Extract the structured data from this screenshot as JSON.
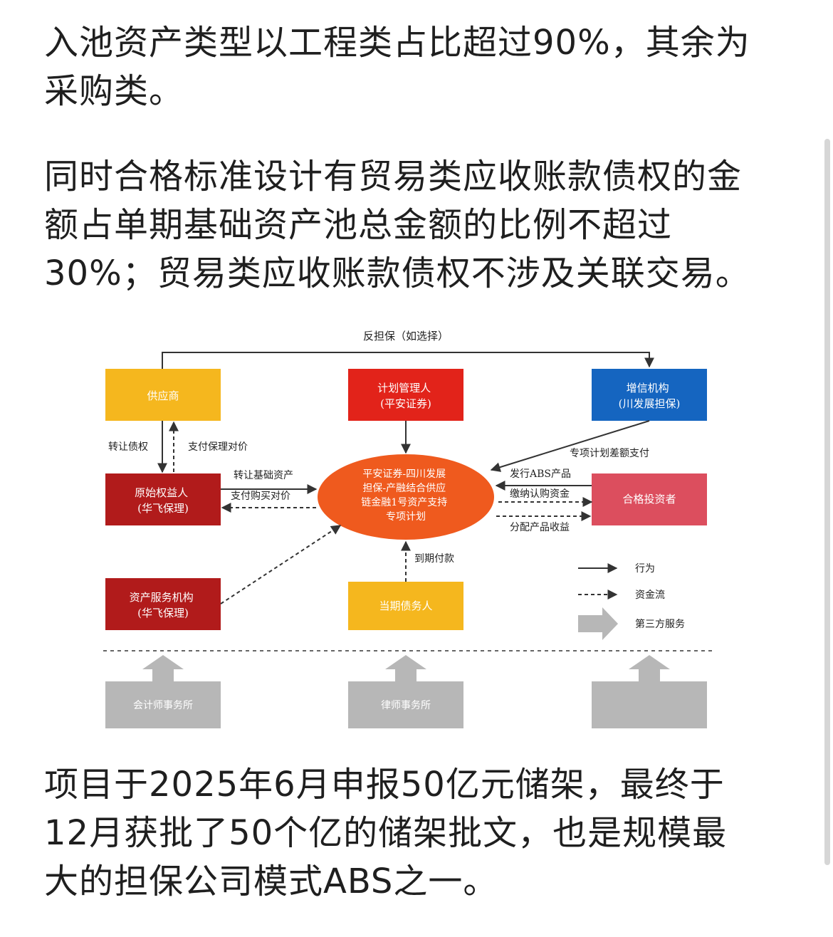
{
  "paragraphs": {
    "p1": "入池资产类型以工程类占比超过90%，其余为\n采购类。",
    "p2": "同时合格标准设计有贸易类应收账款债权的金\n额占单期基础资产池总金额的比例不超过\n30%；贸易类应收账款债权不涉及关联交易。",
    "p3": "项目于2025年6月申报50亿元储架，最终于\n12月获批了50个亿的储架批文，也是规模最\n大的担保公司模式ABS之一。"
  },
  "diagram": {
    "colors": {
      "yellow": "#f5b71e",
      "red": "#e2231a",
      "blue": "#1565c0",
      "darkred": "#b11b1b",
      "pink": "#dc4e5e",
      "orange": "#ef5a1e",
      "gray": "#b7b7b7"
    },
    "nodes": {
      "supplier": "供应商",
      "manager": "计划管理人\n(平安证券)",
      "guarantor": "增信机构\n(川发展担保)",
      "originator": "原始权益人\n(华飞保理)",
      "plan": "平安证券-四川发展\n担保-产融结合供应\n链金融1号资产支持\n专项计划",
      "investor": "合格投资者",
      "servicer": "资产服务机构\n(华飞保理)",
      "debtor": "当期债务人",
      "accountant": "会计师事务所",
      "lawyer": "律师事务所"
    },
    "flows": {
      "counter_guarantee": "反担保（如选择）",
      "transfer_claim": "转让债权",
      "pay_factoring": "支付保理对价",
      "transfer_asset": "转让基础资产",
      "pay_purchase": "支付购买对价",
      "issue_abs": "发行ABS产品",
      "pay_subscription": "缴纳认购资金",
      "distribute": "分配产品收益",
      "shortfall": "专项计划差额支付",
      "due_payment": "到期付款"
    },
    "legend": {
      "action": "行为",
      "capital": "资金流",
      "third_party": "第三方服务"
    }
  }
}
